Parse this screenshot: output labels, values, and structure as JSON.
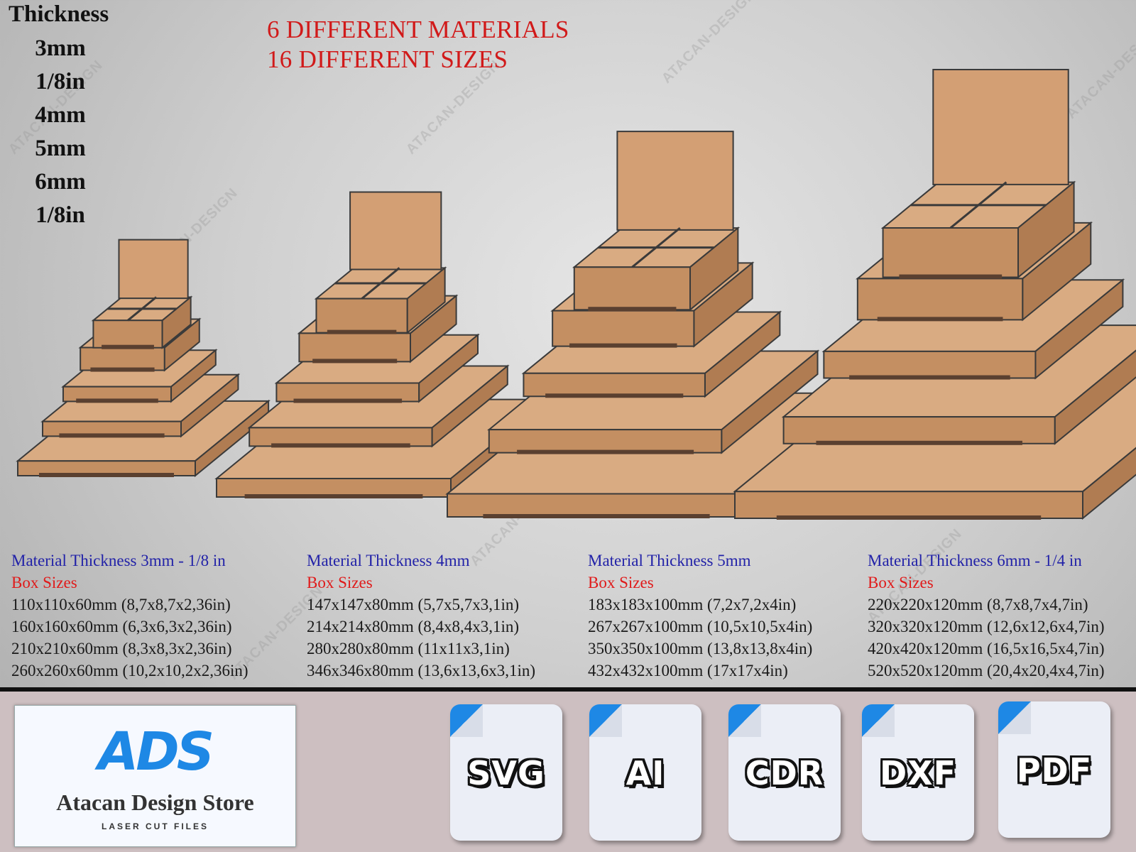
{
  "thickness": {
    "title": "Thickness",
    "items": [
      "3mm",
      "1/8in",
      "4mm",
      "5mm",
      "6mm",
      "1/8in"
    ]
  },
  "headline": {
    "line1": "6 DIFFERENT MATERIALS",
    "line2": "16 DIFFERENT SIZES"
  },
  "watermark": "ATACAN-DESIGN",
  "columns": [
    {
      "material": "Material Thickness 3mm - 1/8 in",
      "box_sizes_label": "Box Sizes",
      "sizes": [
        "110x110x60mm (8,7x8,7x2,36in)",
        "160x160x60mm (6,3x6,3x2,36in)",
        "210x210x60mm (8,3x8,3x2,36in)",
        "260x260x60mm (10,2x10,2x2,36in)"
      ]
    },
    {
      "material": "Material Thickness 4mm",
      "box_sizes_label": "Box Sizes",
      "sizes": [
        "147x147x80mm (5,7x5,7x3,1in)",
        "214x214x80mm (8,4x8,4x3,1in)",
        "280x280x80mm (11x11x3,1in)",
        "346x346x80mm (13,6x13,6x3,1in)"
      ]
    },
    {
      "material": "Material Thickness 5mm",
      "box_sizes_label": "Box Sizes",
      "sizes": [
        "183x183x100mm (7,2x7,2x4in)",
        "267x267x100mm (10,5x10,5x4in)",
        "350x350x100mm (13,8x13,8x4in)",
        "432x432x100mm (17x17x4in)"
      ]
    },
    {
      "material": "Material Thickness 6mm - 1/4 in",
      "box_sizes_label": "Box Sizes",
      "sizes": [
        "220x220x120mm (8,7x8,7x4,7in)",
        "320x320x120mm (12,6x12,6x4,7in)",
        "420x420x120mm (16,5x16,5x4,7in)",
        "520x520x120mm (20,4x20,4x4,7in)"
      ]
    }
  ],
  "store": {
    "logo_letters": "ADS",
    "name": "Atacan Design Store",
    "subtitle": "LASER CUT FILES"
  },
  "formats": [
    "SVG",
    "AI",
    "CDR",
    "DXF",
    "PDF"
  ],
  "colors": {
    "headline": "#d11a1a",
    "material": "#2222a8",
    "box_sizes": "#e01a1a",
    "logo_blue": "#1e88e5",
    "footer_bg": "#cdbfc1"
  }
}
